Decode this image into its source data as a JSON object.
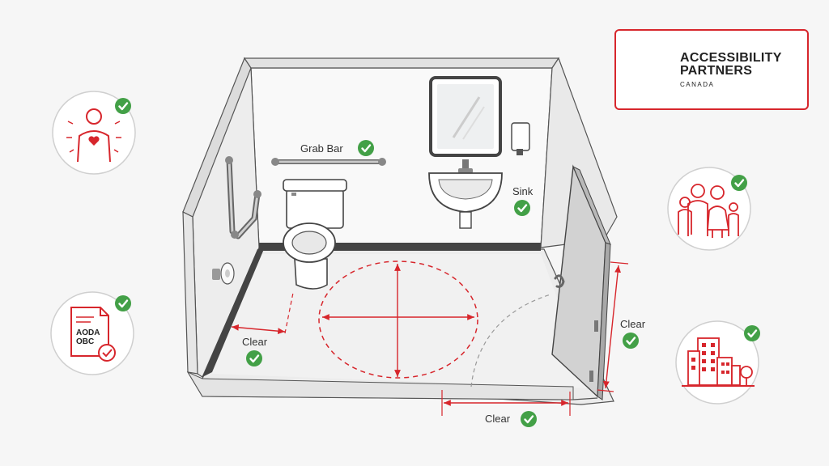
{
  "brand": {
    "name_line1": "ACCESSIBILITY",
    "name_line2": "PARTNERS",
    "name_line3": "CANADA",
    "accent_color": "#d7262c"
  },
  "labels": {
    "grab_bar": "Grab Bar",
    "sink": "Sink",
    "clear_left": "Clear",
    "clear_right": "Clear",
    "clear_bottom": "Clear"
  },
  "document_icon": {
    "line1": "AODA",
    "line2": "OBC"
  },
  "icons": [
    "person-heart-icon",
    "document-compliance-icon",
    "family-icon",
    "buildings-icon",
    "check-icon",
    "maple-leaf-icon"
  ],
  "colors": {
    "check_green": "#43a047",
    "clearance_red": "#d7262c"
  }
}
